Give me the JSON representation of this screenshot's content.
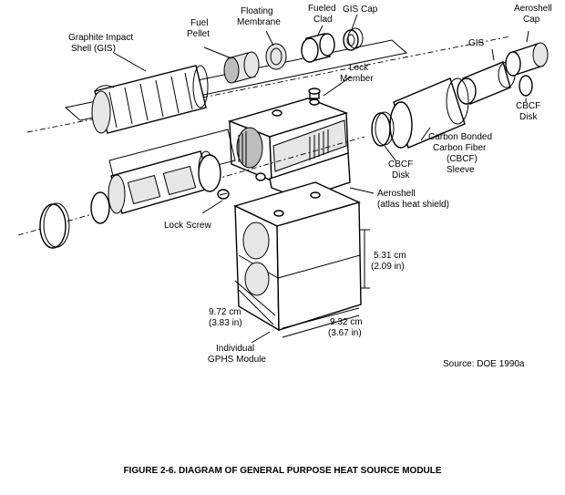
{
  "labels": {
    "gis_shell": [
      "Graphite Impact",
      "Shell (GIS)"
    ],
    "fuel_pellet": [
      "Fuel",
      "Pellet"
    ],
    "floating_membrane": [
      "Floating",
      "Membrane"
    ],
    "fueled_clad": [
      "Fueled",
      "Clad"
    ],
    "gis_cap": "GIS Cap",
    "aeroshell_cap": [
      "Aeroshell",
      "Cap"
    ],
    "gis": "GIS",
    "lock_member": [
      "Lock",
      "Member"
    ],
    "cbcf_disk_right": [
      "CBCF",
      "Disk"
    ],
    "cbcf_sleeve": [
      "Carbon Bonded",
      "Carbon Fiber",
      "(CBCF)",
      "Sleeve"
    ],
    "cbcf_disk_left": [
      "CBCF",
      "Disk"
    ],
    "aeroshell": [
      "Aeroshell",
      "(atlas heat shield)"
    ],
    "lock_screw": "Lock Screw",
    "height_dim": [
      "5.31 cm",
      "(2.09 in)"
    ],
    "width_dim": [
      "9.72 cm",
      "(3.83 in)"
    ],
    "depth_dim": [
      "9.32 cm",
      "(3.67 in)"
    ],
    "module": [
      "Individual",
      "GPHS Module"
    ],
    "source": "Source:  DOE 1990a"
  },
  "caption": "FIGURE 2-6.  DIAGRAM OF GENERAL PURPOSE HEAT SOURCE MODULE"
}
